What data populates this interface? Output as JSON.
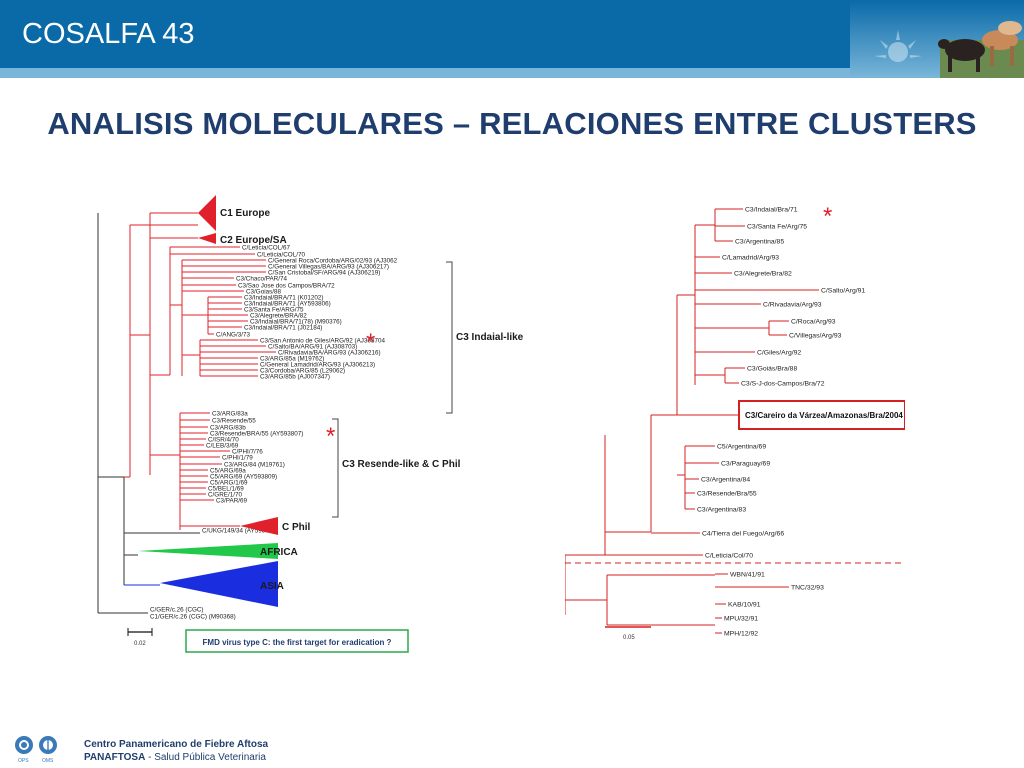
{
  "header": {
    "title": "COSALFA 43"
  },
  "slide": {
    "title": "ANALISIS MOLECULARES – RELACIONES ENTRE CLUSTERS"
  },
  "left_tree": {
    "clade_labels": {
      "c1_europe": "C1 Europe",
      "c2_europe_sa": "C2 Europe/SA",
      "c3_indaial": "C3 Indaial-like",
      "c3_resende": "C3 Resende-like & C Phil",
      "c_phil": "C Phil",
      "africa": "AFRICA",
      "asia": "ASIA"
    },
    "asterisk": "*",
    "scale_label": "0.02",
    "caption": "FMD virus type C: the first target for eradication ?",
    "leaves": [
      "C/Leticia/COL/67",
      "C/Leticia/COL/70",
      "C/General Roca/Cordoba/ARG/02/93 (AJ3062",
      "C/General Villegas/BA/ARG/93 (AJ306217)",
      "C/San Cristobal/SF/ARG/94 (AJ306219)",
      "C3/Chaco/PAR/74",
      "C3/Sao Jose dos Campos/BRA/72",
      "C3/Goias/88",
      "C3/Indaial/BRA/71 (K01202)",
      "C3/Indaial/BRA/71 (AY593806)",
      "C3/Santa Fe/ARG/75",
      "C3/Alegrete/BRA/82",
      "C3/Indaial/BRA/71(78) (M90376)",
      "C3/Indaial/BRA/71 (J02184)",
      "C/ANG/3/73",
      "C3/San Antonio de Giles/ARG/92 (AJ308704",
      "C/Salto/BA/ARG/91 (AJ308703)",
      "C/Rivadavia/BA/ARG/93 (AJ306216)",
      "C3/ARG/85a (M19762)",
      "C/General Lamadrid/ARG/93 (AJ306213)",
      "C3/Cordoba/ARG/85 (L29062)",
      "C3/ARG/85b (AJ007347)",
      "C3/ARG/83a",
      "C3/Resende/55",
      "C3/ARG/83b",
      "C3/Resende/BRA/55 (AY593807)",
      "C/ISR/4/70",
      "C/LEB/3/69",
      "C/PHI/7/76",
      "C/PHI/1/79",
      "C3/ARG/84 (M19761)",
      "C5/ARG/69a",
      "C5/ARG/69 (AY593809)",
      "C5/ARG/1/69",
      "C5/BEL/1/69",
      "C/GRE/1/70",
      "C3/PAR/69",
      "C/UKG/149/34 (AY593810)",
      "C/GER/c.26 (CGC)",
      "C1/GER/c.26 (CGC) (M90368)"
    ]
  },
  "right_tree": {
    "asterisk": "*",
    "highlight_leaf": "C3/Careiro da Várzea/Amazonas/Bra/2004",
    "scale_label": "0.05",
    "leaves": [
      "C3/Indaial/Bra/71",
      "C3/Santa Fe/Arg/75",
      "C3/Argentina/85",
      "C/Lamadrid/Arg/93",
      "C3/Alegrete/Bra/82",
      "C/Salto/Arg/91",
      "C/Rivadavia/Arg/93",
      "C/Roca/Arg/93",
      "C/Villegas/Arg/93",
      "C/Giles/Arg/92",
      "C3/Goiás/Bra/88",
      "C3/S-J-dos-Campos/Bra/72",
      "C5/Argentina/69",
      "C3/Paraguay/69",
      "C3/Argentina/84",
      "C3/Resende/Bra/55",
      "C3/Argentina/83",
      "C4/Tierra del Fuego/Arg/66",
      "C/Leticia/Col/70",
      "WBN/41/91",
      "TNC/32/93",
      "KAB/10/91",
      "MPU/32/91",
      "MPH/12/92"
    ]
  },
  "footer": {
    "org_name": "Centro Panamericano de Fiebre Aftosa",
    "org_short": "PANAFTOSA",
    "org_sep": " - ",
    "org_sub": "Salud Pública Veterinaria",
    "logo_left": "OPS",
    "logo_right": "OMS"
  },
  "colors": {
    "header": "#0a6aa8",
    "title": "#1f3e6e",
    "tree_red": "#e0202a",
    "africa": "#22c84a",
    "asia": "#1a2ee0",
    "highlight_box": "#d42020"
  }
}
